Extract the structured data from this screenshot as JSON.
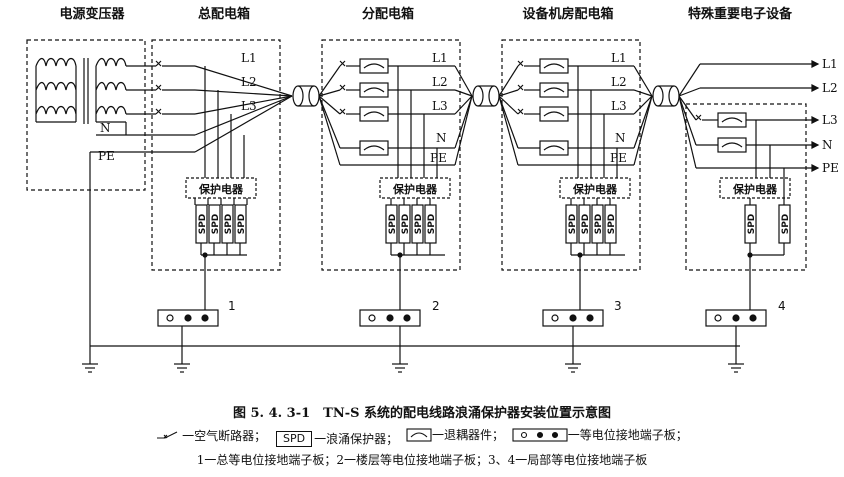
{
  "headers": {
    "transformer": "电源变压器",
    "main_box": "总配电箱",
    "sub_box": "分配电箱",
    "equipment_room_box": "设备机房配电箱",
    "special_equipment": "特殊重要电子设备"
  },
  "lines": {
    "l1": "L1",
    "l2": "L2",
    "l3": "L3",
    "n": "N",
    "pe": "PE"
  },
  "protector_label": "保护电器",
  "spd_label": "SPD",
  "terminal_numbers": [
    "1",
    "2",
    "3",
    "4"
  ],
  "caption": "图 5. 4. 3-1　TN-S 系统的配电线路浪涌保护器安装位置示意图",
  "legend": {
    "breaker": "一空气断路器；",
    "spd_box": "SPD",
    "spd": "一浪涌保护器；",
    "decoupler": "一退耦器件；",
    "terminal": "一等电位接地端子板；",
    "note": "1一总等电位接地端子板；2一楼层等电位接地端子板；3、4一局部等电位接地端子板"
  }
}
